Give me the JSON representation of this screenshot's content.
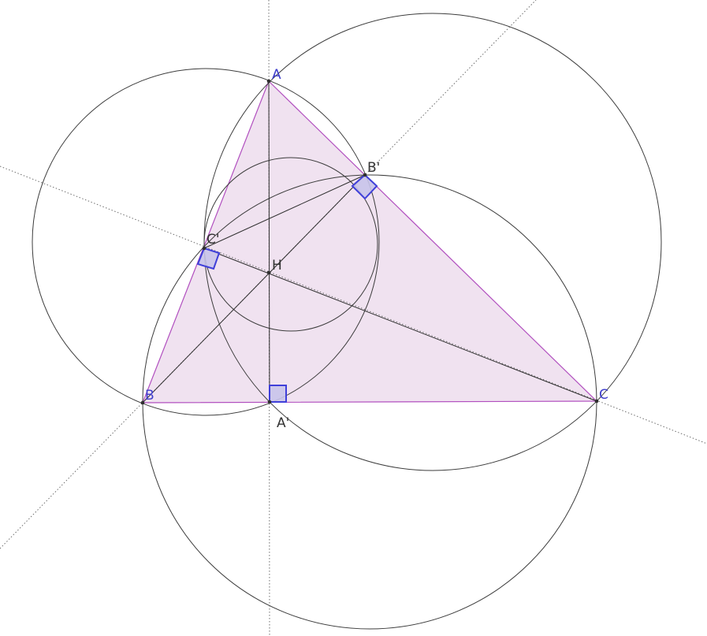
{
  "colors": {
    "background": "#ffffff",
    "circle_stroke": "#3c3c3c",
    "segment_stroke": "#2f2f2f",
    "dotted_line": "#6e6e6e",
    "triangle_fill": "#f0e2f0",
    "triangle_stroke": "#b14fbf",
    "right_angle_stroke": "#3f3fd9",
    "right_angle_fill": "#c8c4ea",
    "vertex_label": "#3d3dcc",
    "foot_label": "#333333"
  },
  "points": {
    "A": {
      "label": "A"
    },
    "B": {
      "label": "B"
    },
    "C": {
      "label": "C"
    },
    "A1": {
      "label": "A'"
    },
    "B1": {
      "label": "B'"
    },
    "C1": {
      "label": "C'"
    },
    "H": {
      "label": "H"
    }
  }
}
